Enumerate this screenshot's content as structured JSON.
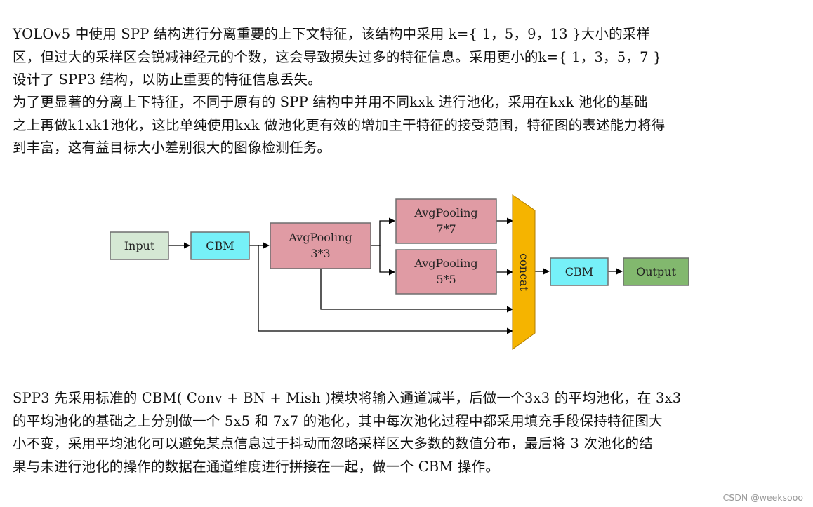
{
  "paragraphs": {
    "p1": [
      "  YOLOv5 中使用 SPP 结构进行分离重要的上下文特征，该结构中采用 k={ 1，5，9，13 }大小的采样",
      "区，但过大的采样区会锐减神经元的个数，这会导致损失过多的特征信息。采用更小的k={ 1，3，5，7 }",
      "设计了 SPP3 结构，以防止重要的特征信息丢失。"
    ],
    "p2": [
      "  为了更显著的分离上下特征，不同于原有的 SPP 结构中并用不同kxk 进行池化，采用在kxk 池化的基础",
      "之上再做k1xk1池化，这比单纯使用kxk 做池化更有效的增加主干特征的接受范围，特征图的表述能力将得",
      "到丰富，这有益目标大小差别很大的图像检测任务。"
    ],
    "p3": [
      "  SPP3 先采用标准的 CBM( Conv + BN + Mish )模块将输入通道减半，后做一个3x3 的平均池化，在 3x3",
      "的平均池化的基础之上分别做一个 5x5 和 7x7 的池化，其中每次池化过程中都采用填充手段保持特征图大",
      "小不变，采用平均池化可以避免某点信息过于抖动而忽略采样区大多数的数值分布，最后将 3 次池化的结",
      "果与未进行池化的操作的数据在通道维度进行拼接在一起，做一个 CBM 操作。"
    ]
  },
  "diagram": {
    "input": "Input",
    "cbm1": "CBM",
    "pool3_title": "AvgPooling",
    "pool3_size": "3*3",
    "pool7_title": "AvgPooling",
    "pool7_size": "7*7",
    "pool5_title": "AvgPooling",
    "pool5_size": "5*5",
    "concat": "concat",
    "cbm2": "CBM",
    "output": "Output",
    "colors": {
      "input_fill": "#d5e8d4",
      "cbm_fill": "#76f0f8",
      "pool_fill": "#e09ba4",
      "concat_fill": "#f5b400",
      "output_fill": "#82b86e",
      "box_stroke": "#6e6e6e"
    }
  },
  "watermark": "CSDN @weeksooo"
}
